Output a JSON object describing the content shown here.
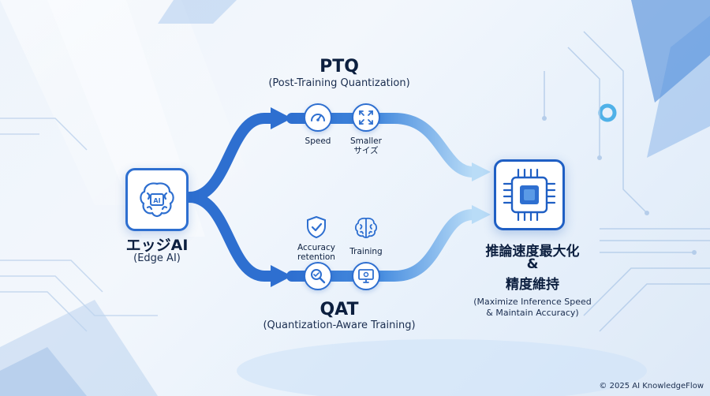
{
  "edge": {
    "label": "エッジAI",
    "sublabel": "(Edge AI)",
    "chip_text": "AI"
  },
  "ptq": {
    "title": "PTQ",
    "subtitle": "(Post-Training Quantization)",
    "items": [
      {
        "label": "Speed",
        "icon": "speedometer-icon"
      },
      {
        "label_line1": "Smaller",
        "label_line2": "サイズ",
        "icon": "resize-arrows-icon"
      }
    ]
  },
  "qat": {
    "title": "QAT",
    "subtitle": "(Quantization-Aware Training)",
    "items": [
      {
        "label_line1": "Accuracy",
        "label_line2": "retention",
        "icon": "shield-check-icon"
      },
      {
        "label": "Training",
        "icon": "brain-icon"
      }
    ]
  },
  "goal": {
    "line1": "推論速度最大化",
    "amp": "&",
    "line2": "精度維持",
    "en_line1": "(Maximize Inference Speed",
    "en_line2": "& Maintain Accuracy)",
    "icon": "cpu-chip-icon"
  },
  "footer": {
    "copyright": "© 2025 AI KnowledgeFlow"
  },
  "colors": {
    "accent": "#2e6fd0",
    "dark_text": "#0c1f3f",
    "light_arrow": "#9fd0f5"
  }
}
